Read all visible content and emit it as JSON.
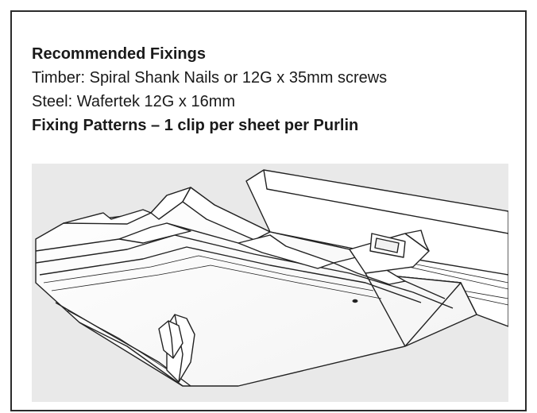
{
  "card": {
    "heading": "Recommended Fixings",
    "timber_line": "Timber: Spiral Shank Nails or 12G x 35mm screws",
    "steel_line": "Steel: Wafertek 12G x 16mm",
    "pattern_heading": "Fixing Patterns – 1 clip per sheet per Purlin"
  },
  "illustration": {
    "subject": "roof-sheeting-with-fixing-clips",
    "background_color": "#e9e9e9",
    "line_color": "#222222",
    "sheet_fill": "#ffffff"
  }
}
